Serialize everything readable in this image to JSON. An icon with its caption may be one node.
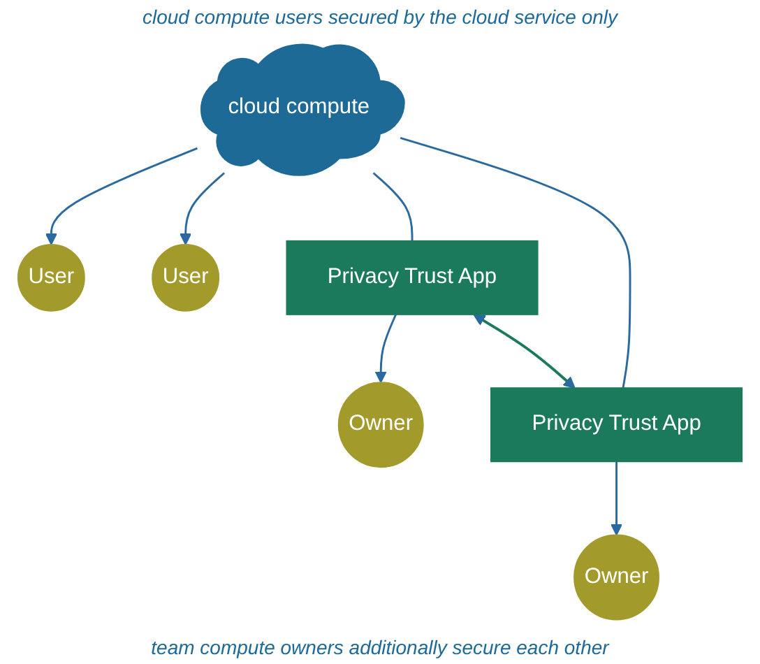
{
  "diagram": {
    "nodes": [
      {
        "text": [
          "User"
        ]
      },
      {
        "text": [
          "User"
        ]
      },
      {
        "text": [
          "cloud compute"
        ]
      },
      {
        "text": [
          "Privacy Trust App"
        ]
      },
      {
        "text": [
          "Owner"
        ]
      },
      {
        "text": [
          "Privacy Trust App"
        ]
      },
      {
        "text": [
          "Owner"
        ]
      }
    ],
    "edges": [
      {
        "from": 2,
        "to": 0,
        "arrow": "to"
      },
      {
        "from": 2,
        "to": 1,
        "arrow": "to"
      },
      {
        "from": 2,
        "to": 3,
        "arrow": "none"
      },
      {
        "from": 3,
        "to": 4,
        "arrow": "to"
      },
      {
        "from": 2,
        "to": 5,
        "arrow": "none"
      },
      {
        "from": 5,
        "to": 6,
        "arrow": "to"
      },
      {
        "from": 3,
        "to": 5,
        "arrow": "both",
        "color": "#1b7a5c"
      }
    ],
    "labels": [
      "cloud compute users secured by the cloud service only",
      "team compute owners additionally secure each other"
    ]
  }
}
